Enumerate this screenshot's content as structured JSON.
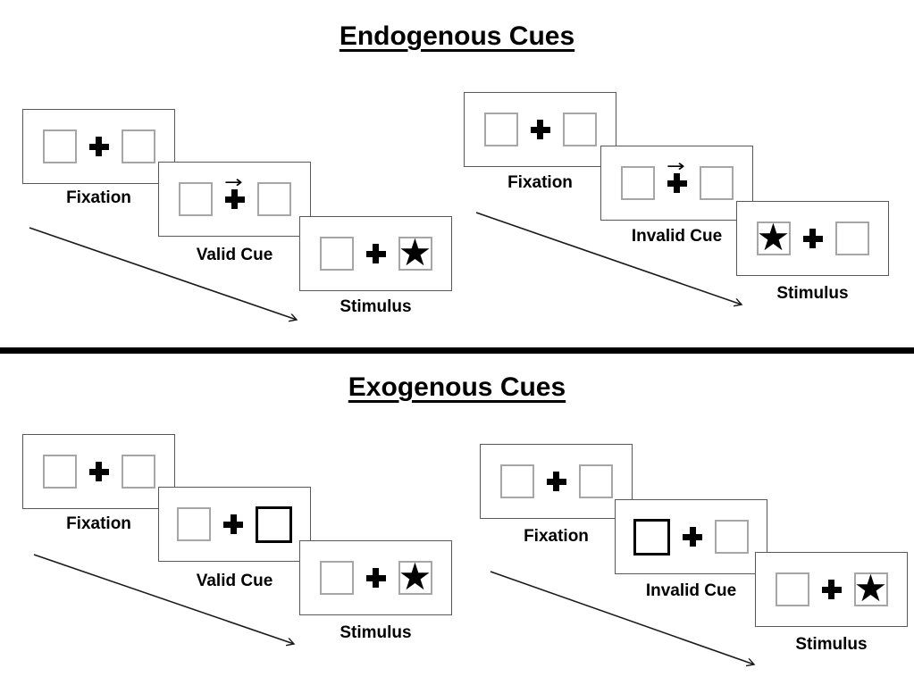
{
  "titles": {
    "endogenous": "Endogenous Cues",
    "exogenous": "Exogenous Cues"
  },
  "icons": {
    "star": "★",
    "cue_arrow": "→"
  },
  "colors": {
    "background": "#ffffff",
    "panel_border": "#595959",
    "box_border": "#a6a6a6",
    "cued_box_border": "#000000",
    "divider": "#000000",
    "text": "#000000"
  },
  "groups": [
    {
      "section": "Endogenous",
      "cue_type": "valid",
      "panels": [
        {
          "label": "Fixation",
          "left_box": "plain",
          "right_box": "plain",
          "cue": "plain"
        },
        {
          "label": "Valid Cue",
          "left_box": "plain",
          "right_box": "plain",
          "cue": "arrow"
        },
        {
          "label": "Stimulus",
          "left_box": "plain",
          "right_box": "star",
          "cue": "plain"
        }
      ]
    },
    {
      "section": "Endogenous",
      "cue_type": "invalid",
      "panels": [
        {
          "label": "Fixation",
          "left_box": "plain",
          "right_box": "plain",
          "cue": "plain"
        },
        {
          "label": "Invalid Cue",
          "left_box": "plain",
          "right_box": "plain",
          "cue": "arrow"
        },
        {
          "label": "Stimulus",
          "left_box": "star",
          "right_box": "plain",
          "cue": "plain"
        }
      ]
    },
    {
      "section": "Exogenous",
      "cue_type": "valid",
      "panels": [
        {
          "label": "Fixation",
          "left_box": "plain",
          "right_box": "plain",
          "cue": "plain"
        },
        {
          "label": "Valid Cue",
          "left_box": "plain",
          "right_box": "cued",
          "cue": "plain"
        },
        {
          "label": "Stimulus",
          "left_box": "plain",
          "right_box": "star",
          "cue": "plain"
        }
      ]
    },
    {
      "section": "Exogenous",
      "cue_type": "invalid",
      "panels": [
        {
          "label": "Fixation",
          "left_box": "plain",
          "right_box": "plain",
          "cue": "plain"
        },
        {
          "label": "Invalid Cue",
          "left_box": "cued",
          "right_box": "plain",
          "cue": "plain"
        },
        {
          "label": "Stimulus",
          "left_box": "plain",
          "right_box": "star",
          "cue": "plain"
        }
      ]
    }
  ]
}
